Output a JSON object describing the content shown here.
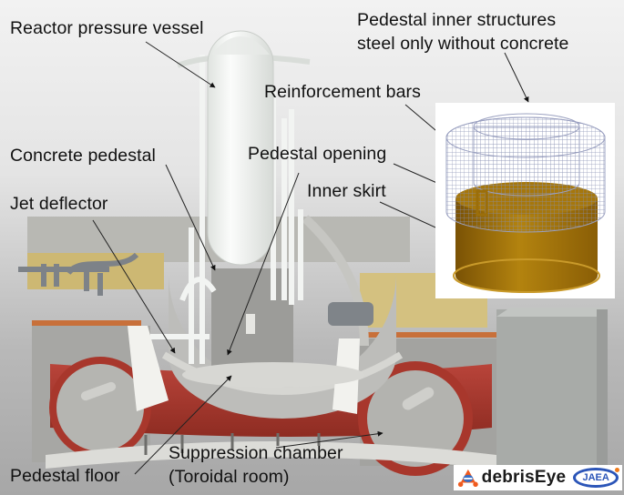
{
  "figure": {
    "type": "annotated 3D cutaway illustration",
    "subject": "Reactor containment / pedestal structures",
    "colors": {
      "background_top": "#f2f2f2",
      "background_bottom": "#a7a7a7",
      "concrete": "#a9a9a9",
      "suppression_chamber_red": "#a8372c",
      "vessel_white": "#f4f6f4",
      "inner_skirt_gold": "#9a6a08",
      "rebar_grid": "#8d93b5",
      "label_text": "#111111",
      "leader_line": "#222222"
    }
  },
  "labels": {
    "reactor_pressure_vessel": "Reactor pressure vessel",
    "pedestal_inner_structures": "Pedestal inner structures\nsteel only without concrete",
    "reinforcement_bars": "Reinforcement bars",
    "concrete_pedestal": "Concrete pedestal",
    "pedestal_opening": "Pedestal opening",
    "jet_deflector": "Jet deflector",
    "inner_skirt": "Inner skirt",
    "suppression_chamber": "Suppression chamber\n(Toroidal room)",
    "pedestal_floor": "Pedestal floor"
  },
  "inset": {
    "title": "Pedestal inner structures steel only without concrete",
    "components": [
      "Reinforcement bars",
      "Pedestal opening",
      "Inner skirt"
    ]
  },
  "logos": {
    "product": "debrisEye",
    "org": "JAEA",
    "product_icon": "robot-icon",
    "product_icon_color": "#f05a1e",
    "org_color": "#2b55b8"
  }
}
